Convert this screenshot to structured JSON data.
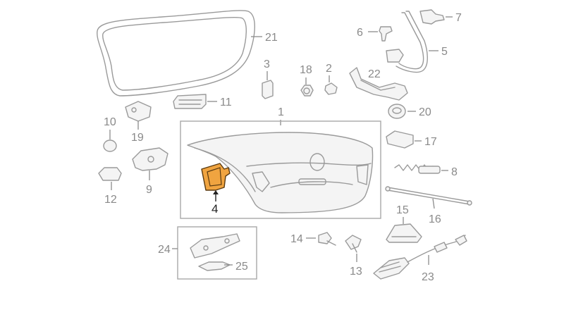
{
  "diagram": {
    "highlight_color": "#f0a440",
    "line_color": "#9a9a9a",
    "label_color": "#8a8a8a",
    "callouts": [
      {
        "id": "1",
        "label": "1",
        "highlighted": false
      },
      {
        "id": "2",
        "label": "2",
        "highlighted": false
      },
      {
        "id": "3",
        "label": "3",
        "highlighted": false
      },
      {
        "id": "4",
        "label": "4",
        "highlighted": true
      },
      {
        "id": "5",
        "label": "5",
        "highlighted": false
      },
      {
        "id": "6",
        "label": "6",
        "highlighted": false
      },
      {
        "id": "7",
        "label": "7",
        "highlighted": false
      },
      {
        "id": "8",
        "label": "8",
        "highlighted": false
      },
      {
        "id": "9",
        "label": "9",
        "highlighted": false
      },
      {
        "id": "10",
        "label": "10",
        "highlighted": false
      },
      {
        "id": "11",
        "label": "11",
        "highlighted": false
      },
      {
        "id": "12",
        "label": "12",
        "highlighted": false
      },
      {
        "id": "13",
        "label": "13",
        "highlighted": false
      },
      {
        "id": "14",
        "label": "14",
        "highlighted": false
      },
      {
        "id": "15",
        "label": "15",
        "highlighted": false
      },
      {
        "id": "16",
        "label": "16",
        "highlighted": false
      },
      {
        "id": "17",
        "label": "17",
        "highlighted": false
      },
      {
        "id": "18",
        "label": "18",
        "highlighted": false
      },
      {
        "id": "19",
        "label": "19",
        "highlighted": false
      },
      {
        "id": "20",
        "label": "20",
        "highlighted": false
      },
      {
        "id": "21",
        "label": "21",
        "highlighted": false
      },
      {
        "id": "22",
        "label": "22",
        "highlighted": false
      },
      {
        "id": "23",
        "label": "23",
        "highlighted": false
      },
      {
        "id": "24",
        "label": "24",
        "highlighted": false
      },
      {
        "id": "25",
        "label": "25",
        "highlighted": false
      }
    ]
  }
}
